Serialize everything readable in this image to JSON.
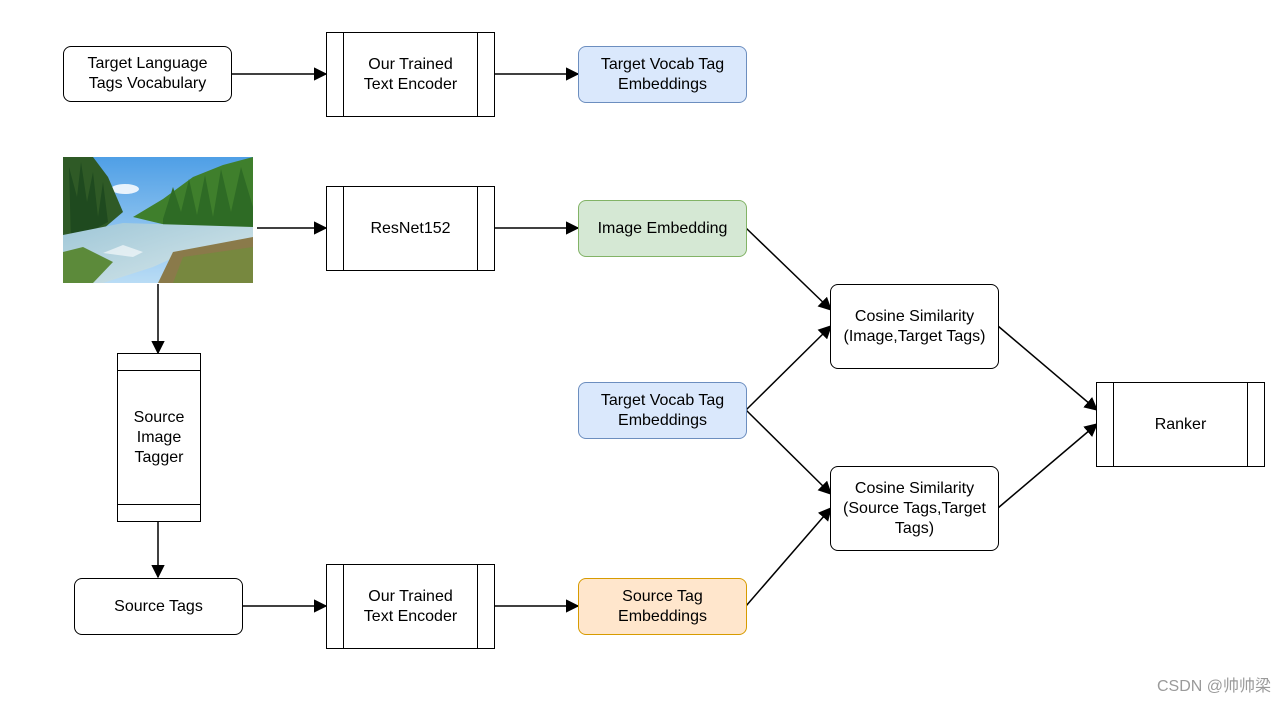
{
  "nodes": {
    "target_lang_vocab": "Target Language\nTags Vocabulary",
    "text_encoder_top": "Our Trained\nText Encoder",
    "target_vocab_emb_top": "Target Vocab Tag\nEmbeddings",
    "resnet": "ResNet152",
    "image_embedding": "Image Embedding",
    "source_image_tagger": "Source\nImage\nTagger",
    "target_vocab_emb_mid": "Target Vocab Tag\nEmbeddings",
    "cosine_image": "Cosine Similarity\n(Image,Target Tags)",
    "ranker": "Ranker",
    "cosine_source": "Cosine Similarity\n(Source Tags,Target\nTags)",
    "source_tags": "Source Tags",
    "text_encoder_bottom": "Our Trained\nText Encoder",
    "source_tag_emb": "Source Tag\nEmbeddings"
  },
  "image": {
    "subject": "mountain river landscape with forest"
  },
  "colors": {
    "blue_fill": "#dae8fc",
    "green_fill": "#d5e8d4",
    "orange_fill": "#ffe6cc"
  },
  "watermark": "CSDN @帅帅梁"
}
